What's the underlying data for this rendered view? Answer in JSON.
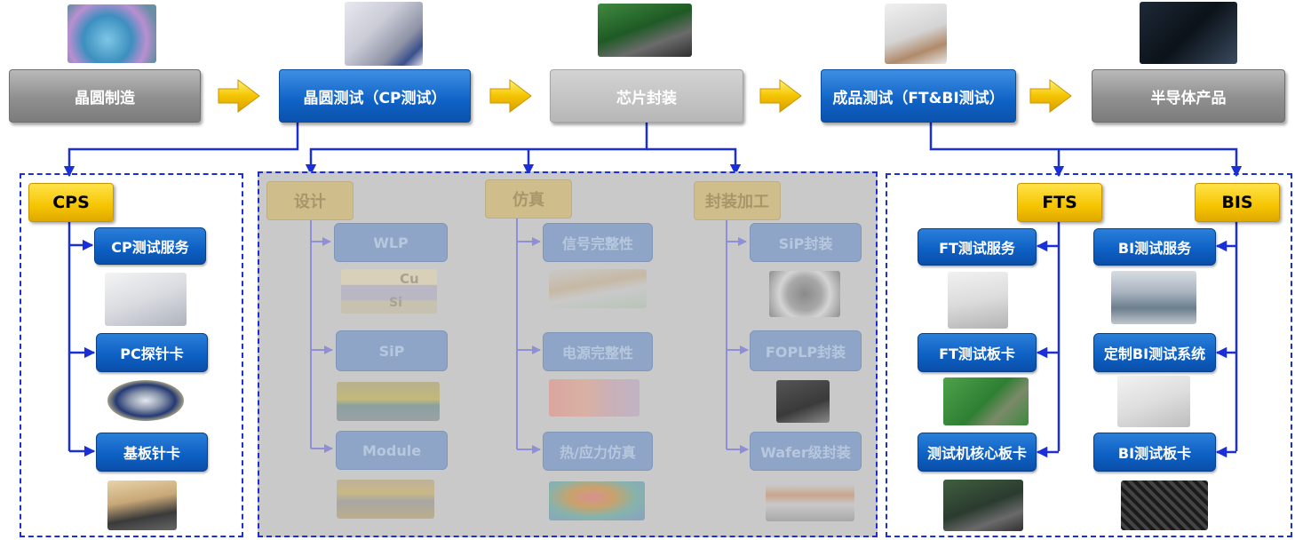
{
  "process": {
    "step1": "晶圆制造",
    "step2": "晶圆测试（CP测试）",
    "step3": "芯片封装",
    "step4": "成品测试（FT&BI测试）",
    "step5": "半导体产品"
  },
  "cps": {
    "title": "CPS",
    "items": [
      "CP测试服务",
      "PC探针卡",
      "基板针卡"
    ]
  },
  "packaging": {
    "design": {
      "title": "设计",
      "items": [
        "WLP",
        "SiP",
        "Module"
      ]
    },
    "simulation": {
      "title": "仿真",
      "items": [
        "信号完整性",
        "电源完整性",
        "热/应力仿真"
      ]
    },
    "processing": {
      "title": "封装加工",
      "items": [
        "SiP封装",
        "FOPLP封装",
        "Wafer级封装"
      ]
    },
    "wlp_labels": {
      "cu": "Cu",
      "si": "Si"
    }
  },
  "fts": {
    "title": "FTS",
    "items": [
      "FT测试服务",
      "FT测试板卡",
      "测试机核心板卡"
    ]
  },
  "bis": {
    "title": "BIS",
    "items": [
      "BI测试服务",
      "定制BI测试系统",
      "BI测试板卡"
    ]
  },
  "colors": {
    "connector_blue": "#1a2fd6",
    "arrow_yellow": "#f5c400",
    "process_blue": "#0f62c6",
    "process_gray": "#8f8f8f"
  }
}
